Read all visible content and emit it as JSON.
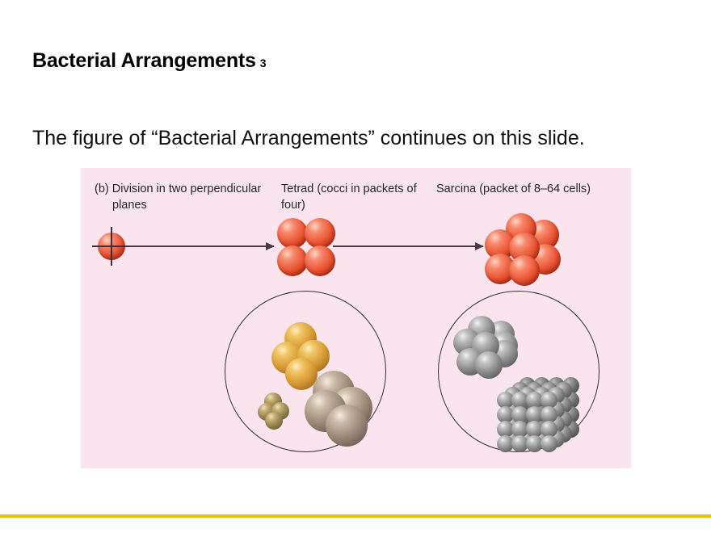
{
  "slide": {
    "title": "Bacterial Arrangements",
    "title_superscript": "3",
    "body_text": "The figure of “Bacterial Arrangements” continues on this slide.",
    "accent_color": "#f5b81a",
    "panel_background": "#fae5ee"
  },
  "figure": {
    "caption_b": "(b) Division in two perpendicular planes",
    "caption_tetrad": "Tetrad (cocci in packets of four)",
    "caption_sarcina": "Sarcina (packet of 8–64 cells)",
    "diagram": {
      "single_cell_label": "dividing coccus with two perpendicular division planes",
      "arrow_1": "arrow-right",
      "arrow_2": "arrow-right",
      "tetrad_cell_count": 4,
      "sarcina_cell_count": 8,
      "cell_color": "#e8502e"
    },
    "micrographs": [
      {
        "name": "tetrad-micrograph",
        "shape": "circle",
        "clusters": [
          {
            "name": "gold-tetrad",
            "cells": 4,
            "color": "#d79b35"
          },
          {
            "name": "small-brown-tetrad",
            "cells": 4,
            "color": "#93804c"
          },
          {
            "name": "large-brown-tetrad",
            "cells": 4,
            "color": "#9c8a78"
          }
        ]
      },
      {
        "name": "sarcina-micrograph",
        "shape": "circle",
        "clusters": [
          {
            "name": "grey-packet",
            "cells": 8,
            "color": "#8d8d8d"
          },
          {
            "name": "grey-cube",
            "cells": 64,
            "color": "#8d8d8d"
          }
        ]
      }
    ]
  }
}
